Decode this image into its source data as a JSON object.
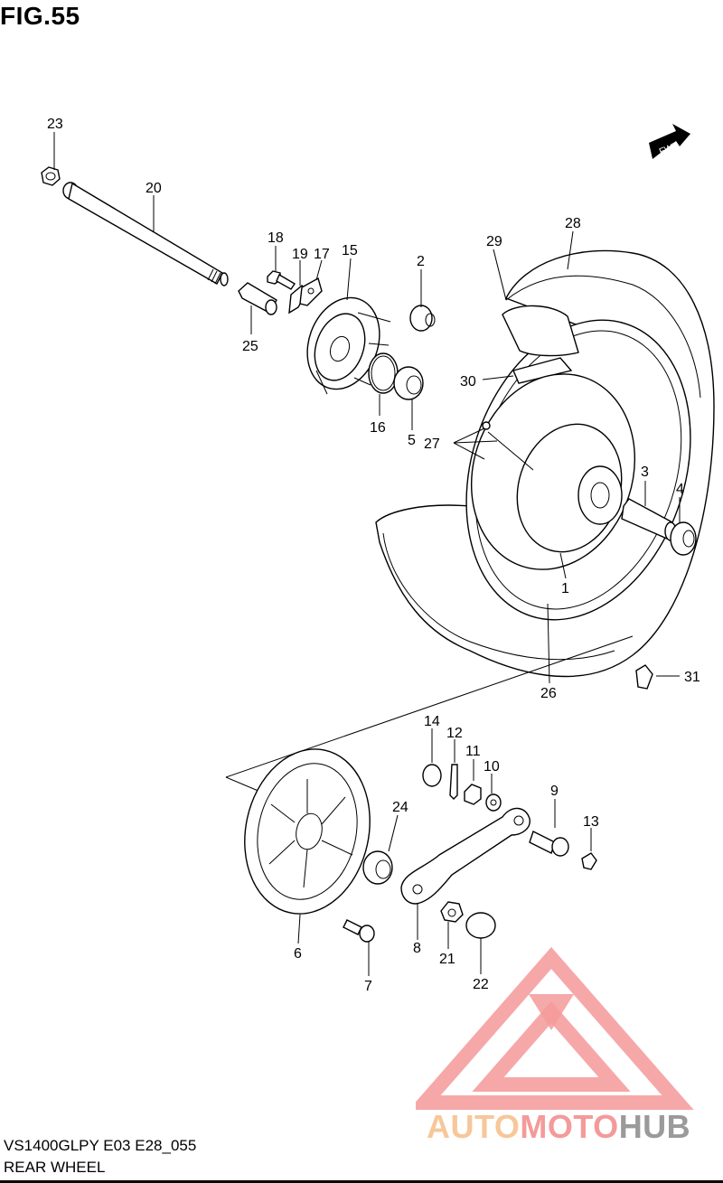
{
  "figure": {
    "title": "FIG.55"
  },
  "footer": {
    "model_code": "VS1400GLPY E03 E28_055",
    "section_name": "REAR WHEEL"
  },
  "fwd_arrow": {
    "label": "FWD"
  },
  "callouts": [
    "23",
    "20",
    "18",
    "19",
    "17",
    "15",
    "2",
    "25",
    "16",
    "5",
    "29",
    "28",
    "30",
    "27",
    "3",
    "4",
    "1",
    "26",
    "31",
    "14",
    "12",
    "11",
    "10",
    "9",
    "13",
    "24",
    "6",
    "7",
    "8",
    "21",
    "22"
  ],
  "watermark": {
    "part_a": "AUTO",
    "part_b": "MOTO",
    "part_c": "HUB",
    "colors": {
      "auto": "#f7c79a",
      "moto": "#f49a9a",
      "hub": "#9a9a9a",
      "logo": "#f59a9a"
    }
  }
}
